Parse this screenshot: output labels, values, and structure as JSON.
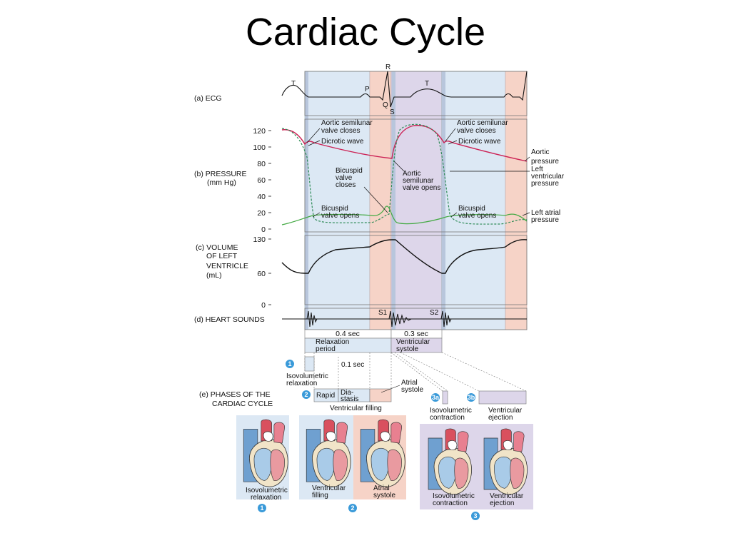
{
  "title": "Cardiac Cycle",
  "colors": {
    "relaxation": "#dce8f4",
    "atrial": "#f6d3c7",
    "ventricular": "#ddd6ea",
    "aortic": "#cc2255",
    "ventricular_pressure": "#2e8b57",
    "atrial_pressure": "#44aa44"
  },
  "panels": {
    "ecg": {
      "label": "(a) ECG",
      "waves": {
        "t1": "T",
        "p": "P",
        "r": "R",
        "q": "Q",
        "s": "S",
        "t2": "T"
      }
    },
    "pressure": {
      "label_line1": "(b) PRESSURE",
      "label_line2": "(mm Hg)",
      "ticks": [
        "120",
        "100",
        "80",
        "60",
        "40",
        "20",
        "0"
      ],
      "annotations": {
        "aortic_closes_1a": "Aortic semilunar",
        "aortic_closes_1b": "valve closes",
        "dicrotic_1": "Dicrotic wave",
        "bicuspid_closes_a": "Bicuspid",
        "bicuspid_closes_b": "valve",
        "bicuspid_closes_c": "closes",
        "aortic_opens_a": "Aortic",
        "aortic_opens_b": "semilunar",
        "aortic_opens_c": "valve opens",
        "bicuspid_opens_1a": "Bicuspid",
        "bicuspid_opens_1b": "valve opens",
        "aortic_closes_2a": "Aortic semilunar",
        "aortic_closes_2b": "valve closes",
        "dicrotic_2": "Dicrotic wave",
        "bicuspid_opens_2a": "Bicuspid",
        "bicuspid_opens_2b": "valve opens",
        "aortic_pressure_a": "Aortic",
        "aortic_pressure_b": "pressure",
        "lv_pressure_a": "Left",
        "lv_pressure_b": "ventricular",
        "lv_pressure_c": "pressure",
        "la_pressure_a": "Left atrial",
        "la_pressure_b": "pressure"
      }
    },
    "volume": {
      "label_line1": "(c) VOLUME",
      "label_line2": "OF LEFT",
      "label_line3": "VENTRICLE",
      "label_line4": "(mL)",
      "ticks": [
        "130",
        "60",
        "0"
      ]
    },
    "sounds": {
      "label": "(d)  HEART SOUNDS",
      "s1": "S1",
      "s2": "S2"
    }
  },
  "timing": {
    "relax_sec": "0.4 sec",
    "systole_sec": "0.3 sec",
    "relax_a": "Relaxation",
    "relax_b": "period",
    "systole_a": "Ventricular",
    "systole_b": "systole",
    "atrial_sec": "0.1 sec"
  },
  "phases": {
    "label_line1": "(e) PHASES OF THE",
    "label_line2": "CARDIAC CYCLE",
    "b1": "1",
    "b2": "2",
    "b3a": "3a",
    "b3b": "3b",
    "iso_relax_a": "Isovolumetric",
    "iso_relax_b": "relaxation",
    "rapid": "Rapid",
    "diastasis_a": "Dia-",
    "diastasis_b": "stasis",
    "vent_filling": "Ventricular filling",
    "atrial_sys_a": "Atrial",
    "atrial_sys_b": "systole",
    "iso_contr_a": "Isovolumetric",
    "iso_contr_b": "contraction",
    "vent_eject_a": "Ventricular",
    "vent_eject_b": "ejection"
  },
  "hearts": {
    "h1_a": "Isovolumetric",
    "h1_b": "relaxation",
    "h2_a": "Ventricular",
    "h2_b": "filling",
    "h3_a": "Atrial",
    "h3_b": "systole",
    "h4_a": "Isovolumetric",
    "h4_b": "contraction",
    "h5_a": "Ventricular",
    "h5_b": "ejection",
    "b1": "1",
    "b2": "2",
    "b3": "3"
  }
}
